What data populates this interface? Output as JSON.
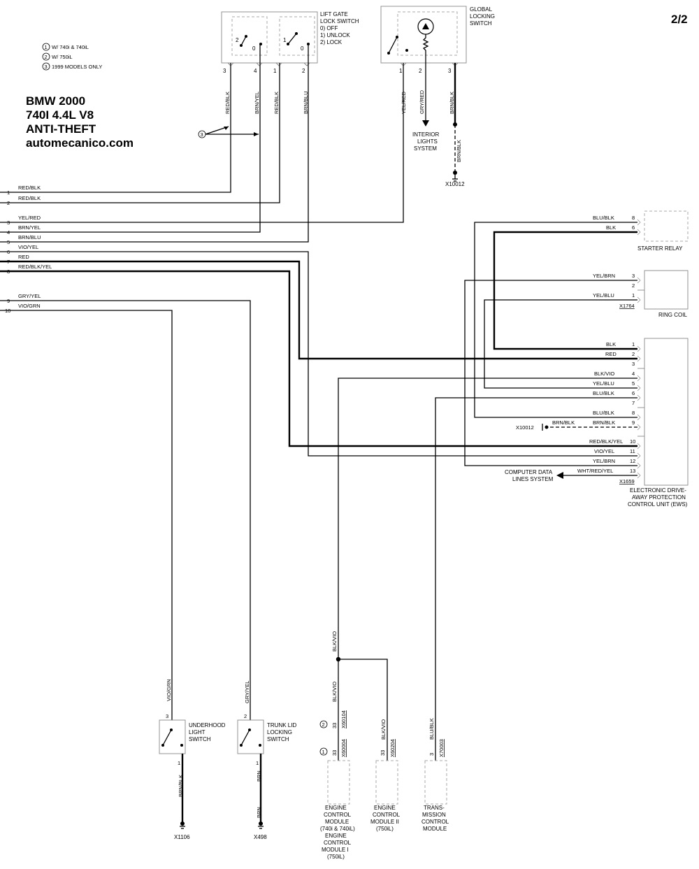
{
  "header": {
    "page": "2/2",
    "title_lines": [
      "BMW 2000",
      "740I 4.4L V8",
      "ANTI-THEFT",
      "automecanico.com"
    ]
  },
  "legend": [
    {
      "num": "1",
      "text": "W/ 740i & 740iL"
    },
    {
      "num": "2",
      "text": "W/ 750iL"
    },
    {
      "num": "3",
      "text": "1999 MODELS ONLY"
    }
  ],
  "lift_gate_switch": {
    "label_lines": [
      "LIFT GATE",
      "LOCK SWITCH",
      "0) OFF",
      "1) UNLOCK",
      "2) LOCK"
    ],
    "pins": [
      "3",
      "4",
      "1",
      "2"
    ],
    "pos": [
      "2",
      "0",
      "1",
      "0"
    ],
    "wires": [
      "RED/BLK",
      "BRN/YEL",
      "RED/BLK",
      "BRN/BLU"
    ],
    "note_ref": "3"
  },
  "global_switch": {
    "label_lines": [
      "GLOBAL",
      "LOCKING",
      "SWITCH"
    ],
    "pins": [
      "1",
      "2",
      "3"
    ],
    "wires": [
      "YEL/RED",
      "GRY/RED",
      "BRN/BLK",
      "BRN/BLK"
    ],
    "interior_lines": [
      "INTERIOR",
      "LIGHTS",
      "SYSTEM"
    ],
    "ground": "X10012"
  },
  "left_wires": [
    {
      "num": "1",
      "color": "RED/BLK"
    },
    {
      "num": "2",
      "color": "RED/BLK"
    },
    {
      "num": "3",
      "color": "YEL/RED"
    },
    {
      "num": "4",
      "color": "BRN/YEL"
    },
    {
      "num": "5",
      "color": "BRN/BLU"
    },
    {
      "num": "6",
      "color": "VIO/YEL"
    },
    {
      "num": "7",
      "color": "RED"
    },
    {
      "num": "8",
      "color": "RED/BLK/YEL"
    },
    {
      "num": "9",
      "color": "GRY/YEL"
    },
    {
      "num": "10",
      "color": "VIO/GRN"
    }
  ],
  "starter_relay": {
    "label": "STARTER RELAY",
    "pins": [
      {
        "num": "8",
        "color": "BLU/BLK"
      },
      {
        "num": "6",
        "color": "BLK"
      }
    ]
  },
  "ring_coil": {
    "label": "RING COIL",
    "connector": "X1764",
    "pins": [
      {
        "num": "3",
        "color": "YEL/BRN"
      },
      {
        "num": "2",
        "color": ""
      },
      {
        "num": "1",
        "color": "YEL/BLU"
      }
    ]
  },
  "ews": {
    "label_lines": [
      "ELECTRONIC DRIVE-",
      "AWAY PROTECTION",
      "CONTROL UNIT (EWS)"
    ],
    "connector": "X1659",
    "pins": [
      {
        "num": "1",
        "color": "BLK"
      },
      {
        "num": "2",
        "color": "RED"
      },
      {
        "num": "3",
        "color": ""
      },
      {
        "num": "4",
        "color": "BLK/VIO"
      },
      {
        "num": "5",
        "color": "YEL/BLU"
      },
      {
        "num": "6",
        "color": "BLU/BLK"
      },
      {
        "num": "7",
        "color": ""
      },
      {
        "num": "8",
        "color": "BLU/BLK"
      },
      {
        "num": "9",
        "color": "BRN/BLK"
      },
      {
        "num": "10",
        "color": "RED/BLK/YEL"
      },
      {
        "num": "11",
        "color": "VIO/YEL"
      },
      {
        "num": "12",
        "color": "YEL/BRN"
      },
      {
        "num": "13",
        "color": "WHT/RED/YEL"
      }
    ],
    "ground_ref": "X10012",
    "ground_wire": "BRN/BLK",
    "cdl_lines": [
      "COMPUTER DATA",
      "LINES SYSTEM"
    ]
  },
  "underhood_switch": {
    "label_lines": [
      "UNDERHOOD",
      "LIGHT",
      "SWITCH"
    ],
    "pin_top": "3",
    "pin_bottom": "1",
    "wire_top": "VIO/GRN",
    "wire_bottom": "BRN/BLK",
    "ground": "X1106"
  },
  "trunk_switch": {
    "label_lines": [
      "TRUNK LID",
      "LOCKING",
      "SWITCH"
    ],
    "pin_top": "2",
    "pin_bottom": "1",
    "wire_top": "GRY/YEL",
    "wire_bottom": "BRN",
    "wire_bottom2": "BRN",
    "ground": "X498"
  },
  "modules": {
    "main_wire": "BLK/VIO",
    "ecm1": {
      "wire": "BLK/VIO",
      "ref1": "1",
      "ref2": "2",
      "pin1": "33",
      "conn1": "X60004",
      "pin2": "33",
      "conn2": "X60104",
      "label_lines": [
        "ENGINE",
        "CONTROL",
        "MODULE",
        "(740i & 740iL)",
        "ENGINE",
        "CONTROL",
        "MODULE I",
        "(750iL)"
      ]
    },
    "ecm2": {
      "wire": "BLK/VIO",
      "pin": "33",
      "conn": "X60204",
      "label_lines": [
        "ENGINE",
        "CONTROL",
        "MODULE II",
        "(750iL)"
      ]
    },
    "tcm": {
      "wire": "BLU/BLK",
      "pin": "3",
      "conn": "X70003",
      "label_lines": [
        "TRANS-",
        "MISSION",
        "CONTROL",
        "MODULE"
      ]
    }
  }
}
